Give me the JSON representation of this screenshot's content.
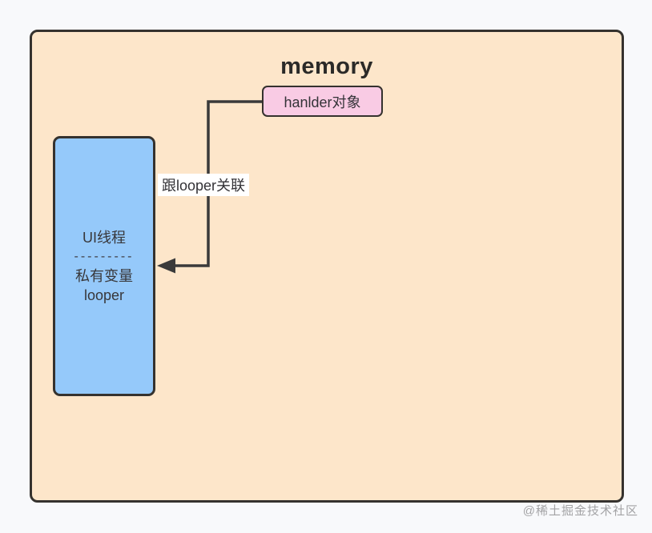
{
  "diagram": {
    "title": "memory",
    "handler_box": {
      "label": "hanlder对象"
    },
    "thread_box": {
      "line1": "UI线程",
      "divider": "---------",
      "line2": "私有变量",
      "line3": "looper"
    },
    "arrow": {
      "label": "跟looper关联",
      "from": "hanlder对象",
      "to": "UI线程",
      "direction": "left"
    },
    "watermark": "@稀土掘金技术社区",
    "colors": {
      "page_background": "#f8f9fb",
      "container_fill": "#fde6ca",
      "container_border": "#35322e",
      "handler_fill": "#f9cbe4",
      "thread_fill": "#95c9fa",
      "line_color": "#3a3a3a",
      "arrow_label_bg": "#ffffff",
      "title_color": "#2b2a28",
      "watermark_color": "#a3a3a5"
    }
  }
}
